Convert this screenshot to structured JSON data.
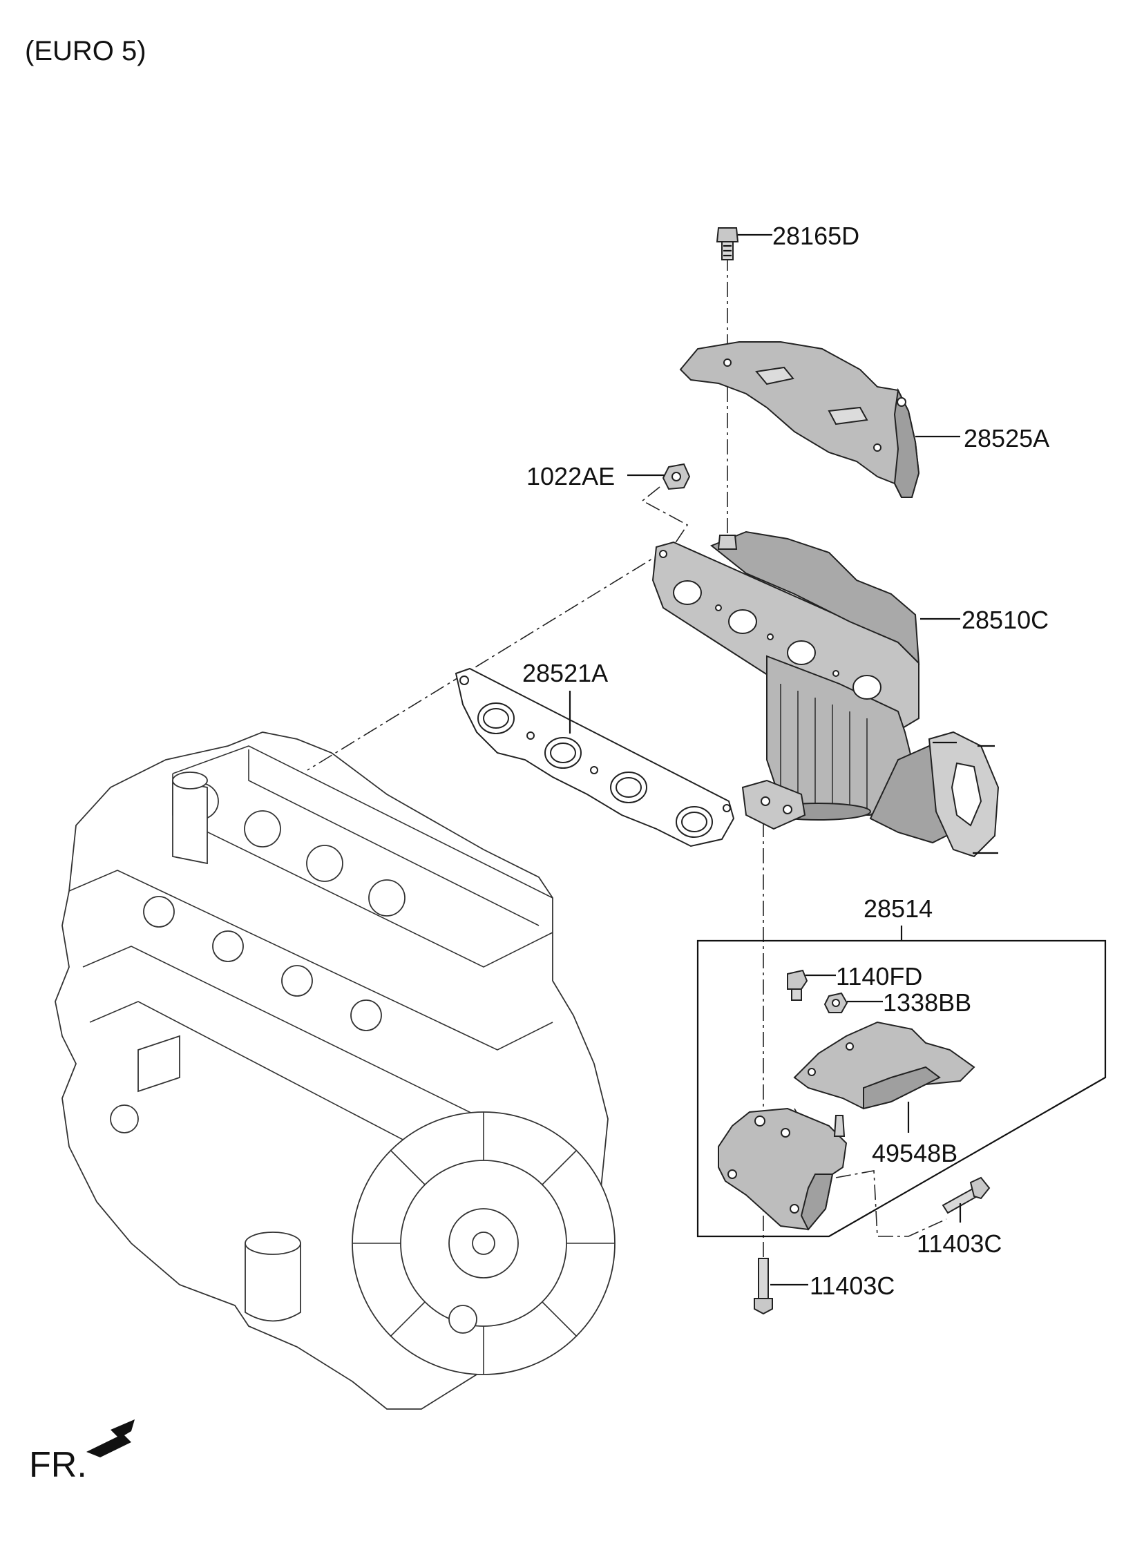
{
  "header": {
    "variant_label": "(EURO 5)"
  },
  "orientation": {
    "front_label": "FR."
  },
  "parts": {
    "bolt_top": "28165D",
    "heat_protector": "28525A",
    "nut": "1022AE",
    "manifold_catalytic": "28510C",
    "gasket": "28521A",
    "bracket_assy": "28514",
    "bolt_bracket_top": "1140FD",
    "nut_bracket": "1338BB",
    "bracket_protector": "49548B",
    "bolt_side": "11403C",
    "bolt_bottom": "11403C"
  },
  "colors": {
    "line": "#111111",
    "part_fill": "#bdbdbd",
    "part_shade": "#9a9a9a",
    "engine_fill": "#ffffff"
  }
}
